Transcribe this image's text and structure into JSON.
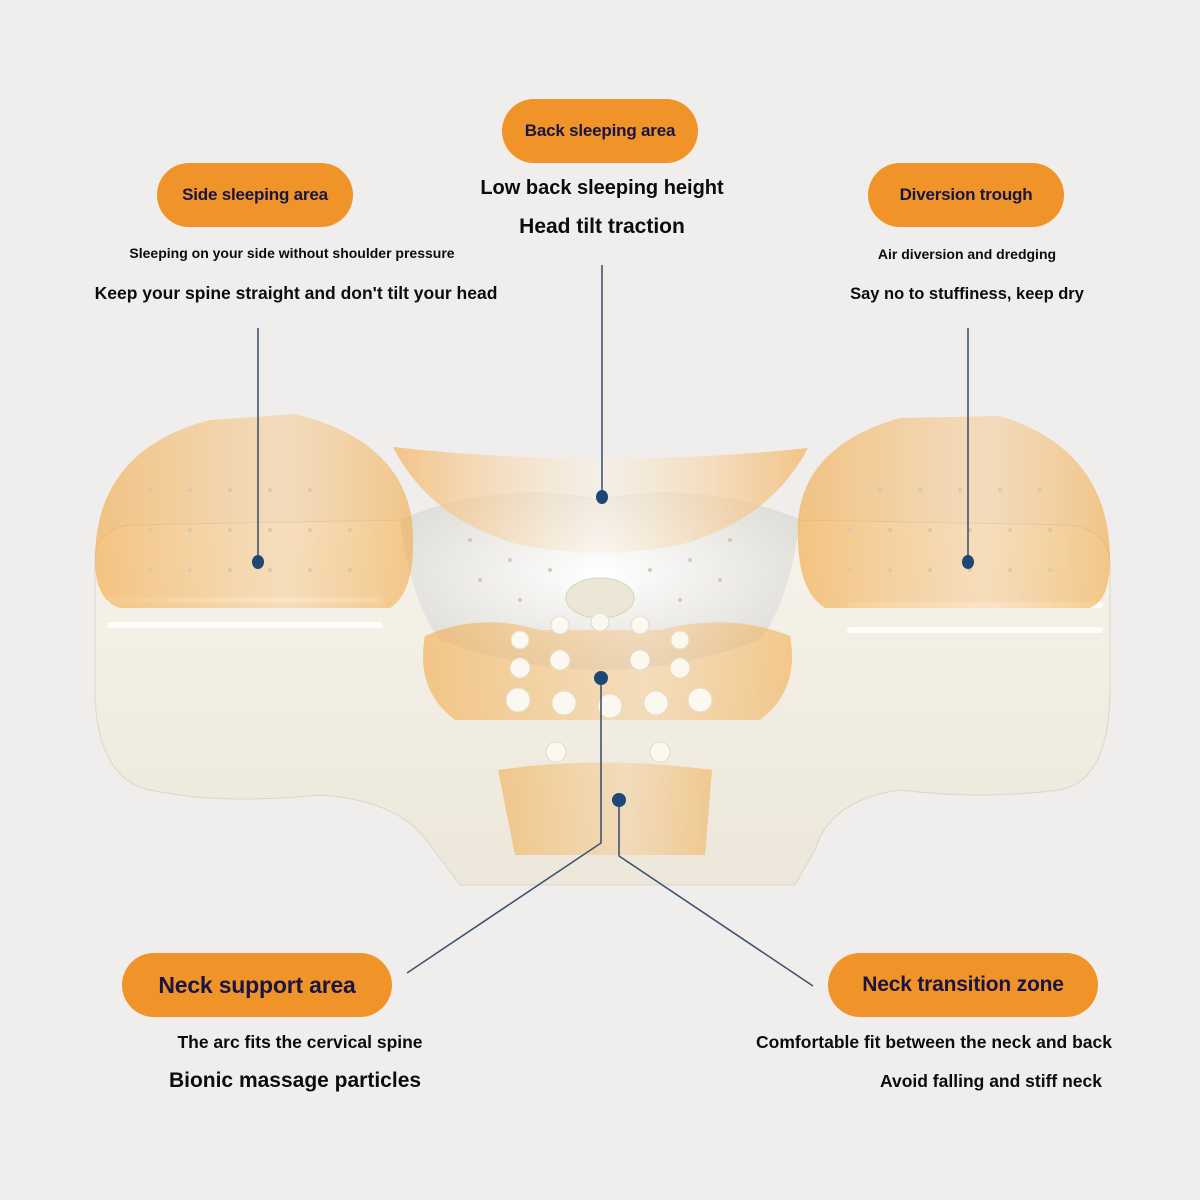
{
  "colors": {
    "background": "#efeeec",
    "label_pill": "#f0942a",
    "label_text": "#1a1440",
    "leader_line": "#3f5570",
    "marker_dot": "#1e4775",
    "pillow": "#f4f0e6",
    "highlight_zone": "#f3b560"
  },
  "callouts": {
    "side": {
      "label": "Side sleeping area",
      "line1": "Sleeping on your side without shoulder pressure",
      "line2": "Keep your spine straight and don't tilt your head"
    },
    "back": {
      "label": "Back sleeping area",
      "line1": "Low back sleeping height",
      "line2": "Head tilt traction"
    },
    "diversion": {
      "label": "Diversion trough",
      "line1": "Air diversion and dredging",
      "line2": "Say no to stuffiness, keep dry"
    },
    "neck_support": {
      "label": "Neck support area",
      "line1": "The arc fits the cervical spine",
      "line2": "Bionic massage particles"
    },
    "neck_transition": {
      "label": "Neck transition zone",
      "line1": "Comfortable fit between the neck and back",
      "line2": "Avoid falling and stiff neck"
    }
  }
}
